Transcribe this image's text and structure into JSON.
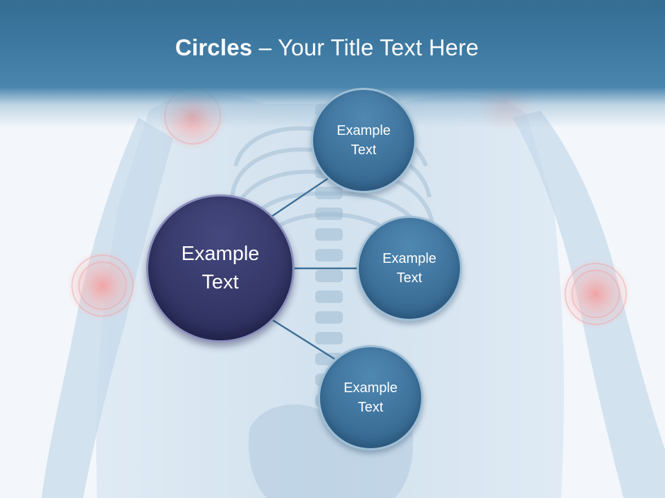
{
  "slide": {
    "title_bold": "Circles",
    "title_rest": " – Your Title Text Here"
  },
  "diagram": {
    "center": {
      "label": "Example\nText"
    },
    "satellites": [
      {
        "label": "Example\nText"
      },
      {
        "label": "Example\nText"
      },
      {
        "label": "Example\nText"
      }
    ]
  },
  "colors": {
    "title_band": "#3f7aa3",
    "center_circle": "#353868",
    "satellite_circle": "#3e729b",
    "connector": "#3f6f96",
    "joint_highlight": "#f08a8a"
  }
}
